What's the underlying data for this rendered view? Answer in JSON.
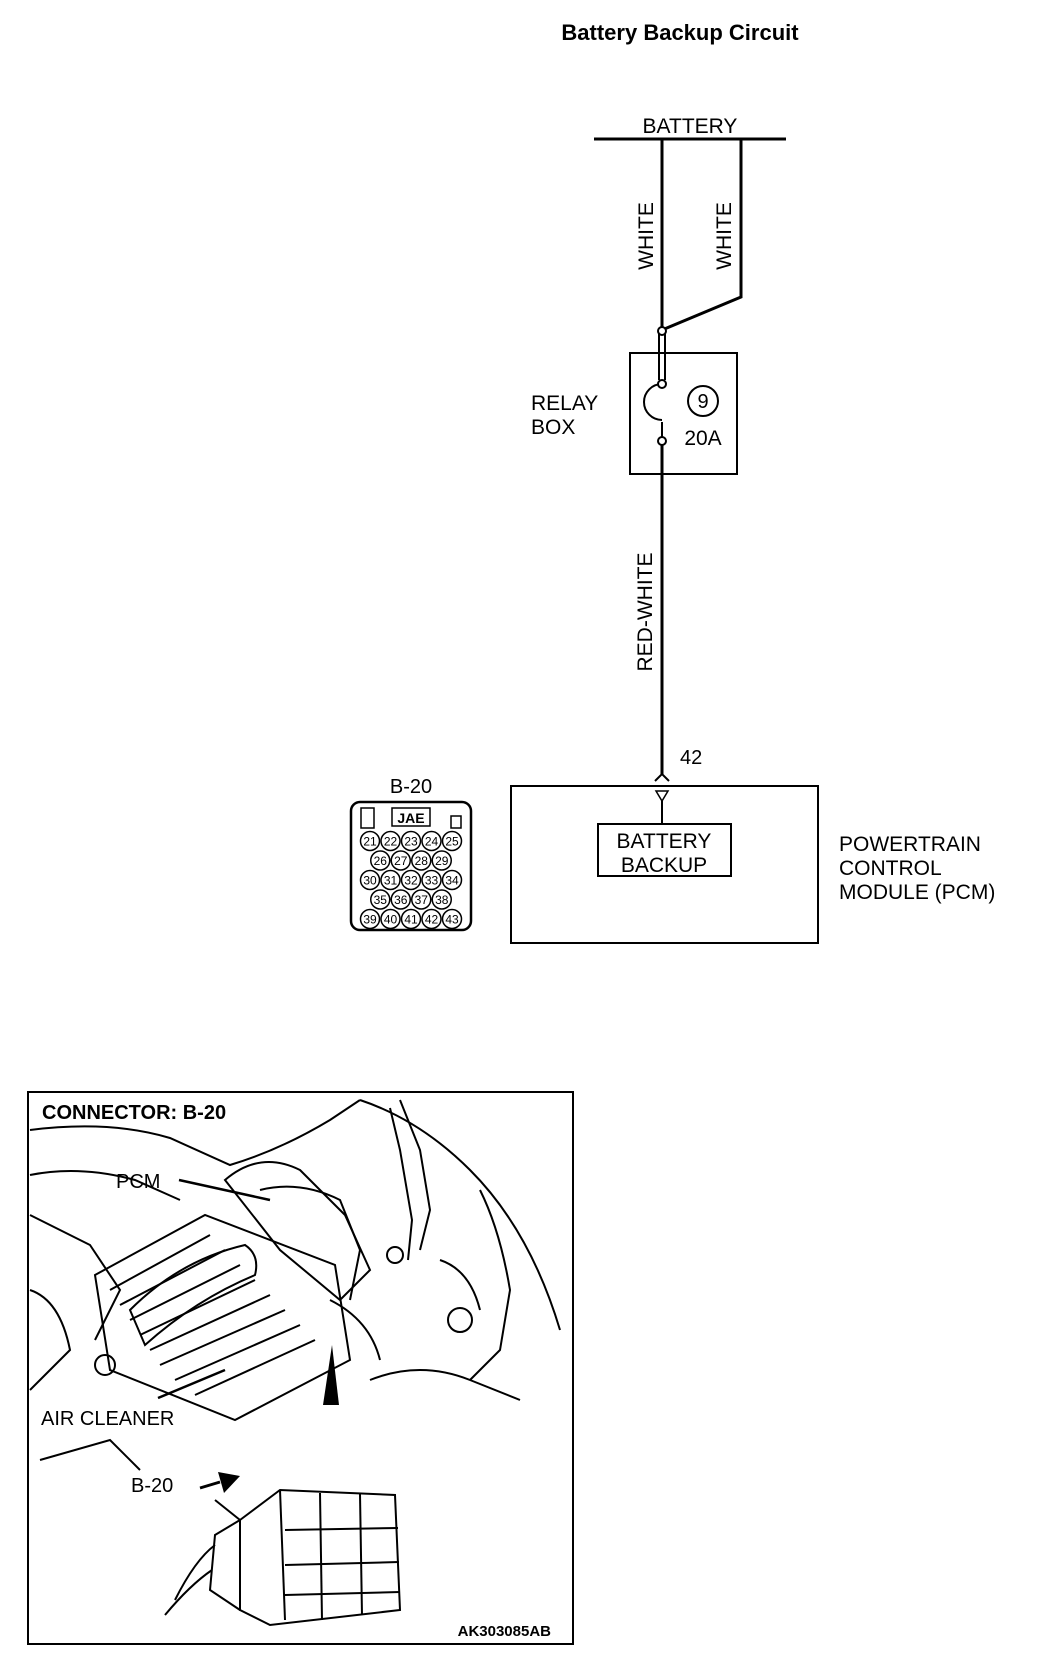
{
  "title": "Battery Backup Circuit",
  "circuit": {
    "battery_label": "BATTERY",
    "wire_white_1": "WHITE",
    "wire_white_2": "WHITE",
    "relay_box_line1": "RELAY",
    "relay_box_line2": "BOX",
    "fuse_number": "9",
    "fuse_rating": "20A",
    "wire_red_white": "RED-WHITE",
    "pin_number": "42",
    "pcm_inner_line1": "BATTERY",
    "pcm_inner_line2": "BACKUP",
    "pcm_line1": "POWERTRAIN",
    "pcm_line2": "CONTROL",
    "pcm_line3": "MODULE (PCM)"
  },
  "connector": {
    "label": "B-20",
    "brand": "JAE",
    "rows": [
      [
        "21",
        "22",
        "23",
        "24",
        "25"
      ],
      [
        "26",
        "27",
        "28",
        "29"
      ],
      [
        "30",
        "31",
        "32",
        "33",
        "34"
      ],
      [
        "35",
        "36",
        "37",
        "38"
      ],
      [
        "39",
        "40",
        "41",
        "42",
        "43"
      ]
    ]
  },
  "location": {
    "heading": "CONNECTOR: B-20",
    "pcm_label": "PCM",
    "air_cleaner_label": "AIR CLEANER",
    "b20_label": "B-20",
    "figure_code": "AK303085AB"
  }
}
